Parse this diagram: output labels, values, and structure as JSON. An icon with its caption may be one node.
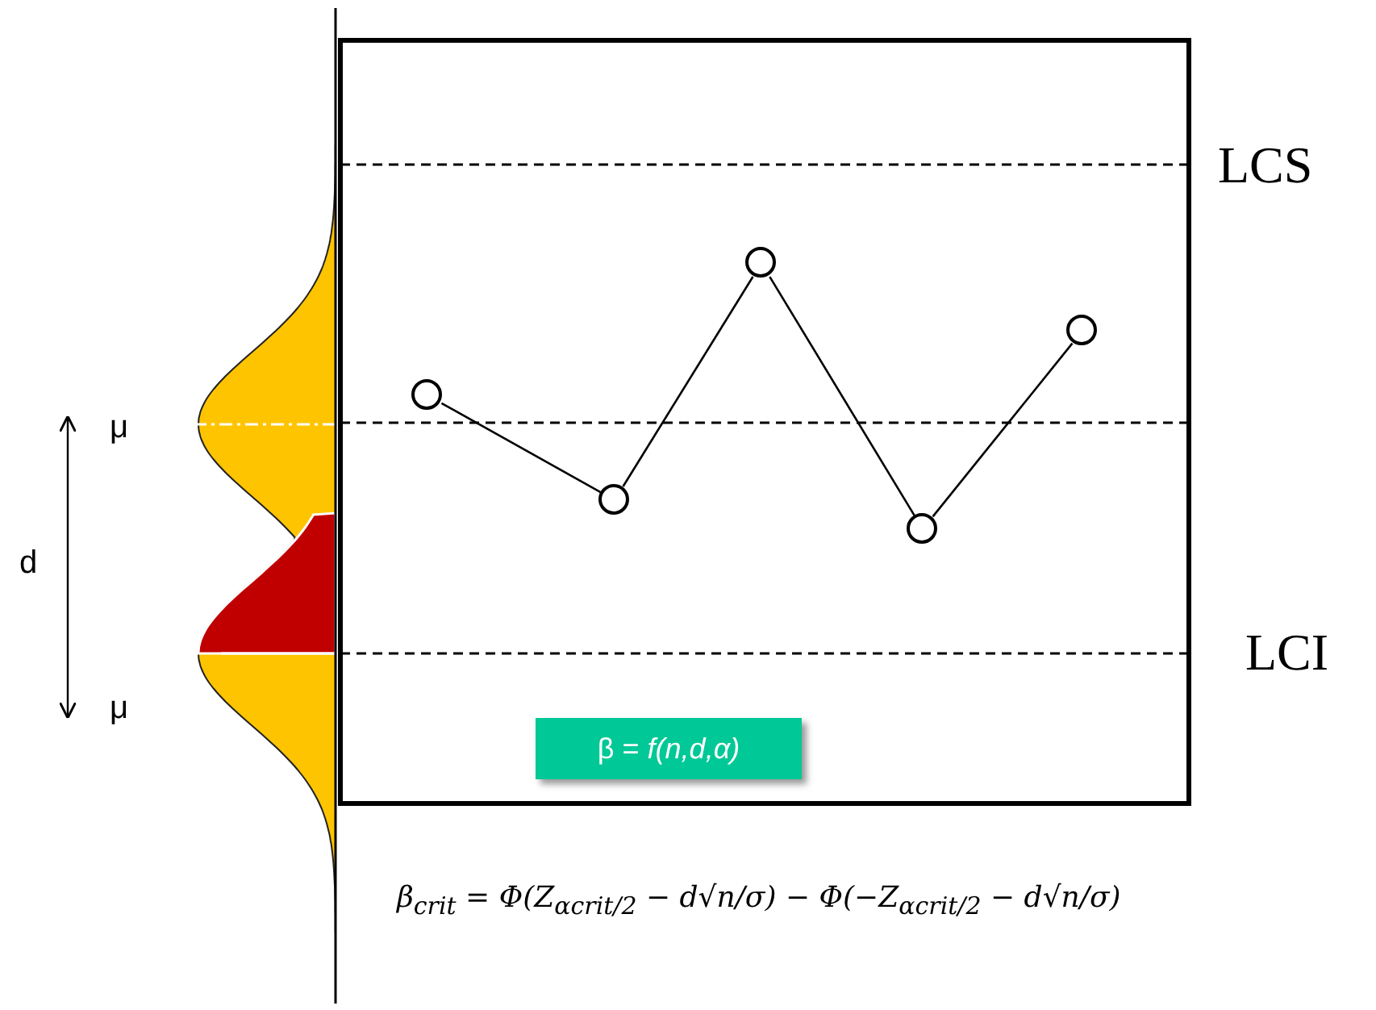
{
  "diagram": {
    "nodes": [
      {
        "text": [],
        "shape": "circle"
      },
      {
        "text": [],
        "shape": "circle"
      },
      {
        "text": [],
        "shape": "circle"
      },
      {
        "text": [],
        "shape": "circle"
      },
      {
        "text": [],
        "shape": "circle"
      },
      {
        "text": [
          "β = *f(n,d,α)*"
        ]
      }
    ],
    "edges": [
      {
        "from": 0,
        "to": 1,
        "arrow": "none"
      },
      {
        "from": 1,
        "to": 2,
        "arrow": "none"
      },
      {
        "from": 2,
        "to": 3,
        "arrow": "none"
      },
      {
        "from": 3,
        "to": 4,
        "arrow": "none"
      }
    ],
    "labels": [
      "LCS",
      "μ",
      "d",
      "LCI",
      "μ",
      "β$_{crit}$ = Φ(Z$_{αcrit/2}$ − d√n/σ) − Φ(−Z$_{αcrit/2}$ − d√n/σ)"
    ]
  }
}
